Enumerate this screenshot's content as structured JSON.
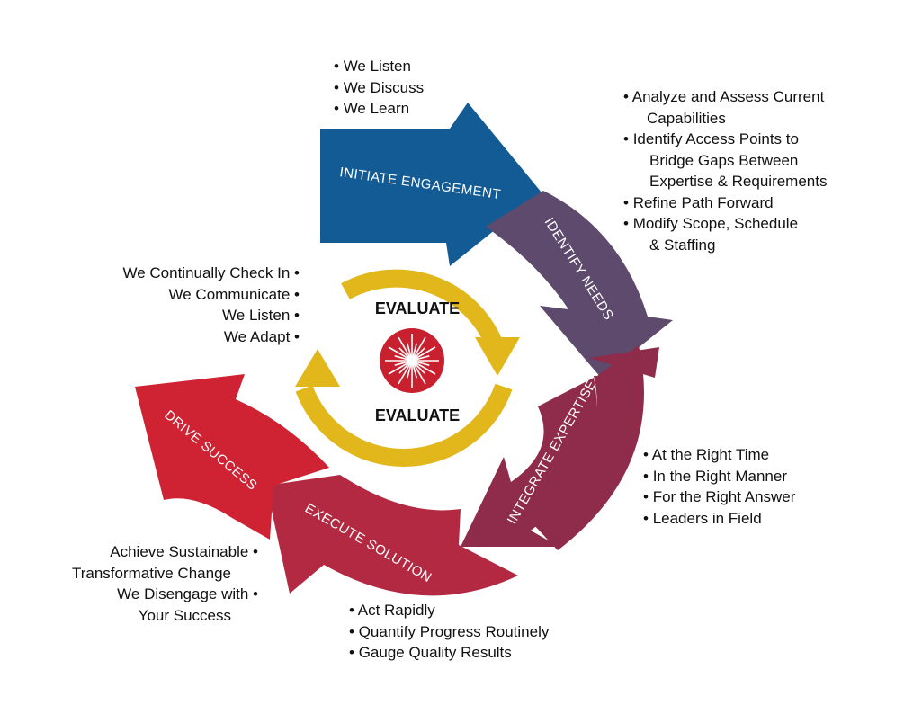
{
  "colors": {
    "initiate": "#135b94",
    "identify": "#5d4a6d",
    "integrate": "#8f2b4b",
    "execute": "#b42942",
    "drive": "#cf2233",
    "evaluate_ring": "#e2b71b",
    "star_bg": "#c8202f"
  },
  "stages": {
    "initiate": "INITIATE ENGAGEMENT",
    "identify": "IDENTIFY NEEDS",
    "integrate": "INTEGRATE EXPERTISE",
    "execute": "EXECUTE SOLUTION",
    "drive": "DRIVE SUCCESS"
  },
  "center": {
    "top_label": "EVALUATE",
    "bottom_label": "EVALUATE",
    "icon": "compass-star-icon"
  },
  "bullets": {
    "initiate": [
      "We Listen",
      "We Discuss",
      "We Learn"
    ],
    "identify": [
      {
        "line": "Analyze and Assess Current",
        "cont": "Capabilities"
      },
      {
        "line": "Identify Access Points to",
        "cont": "Bridge Gaps Between",
        "cont2": "Expertise & Requirements"
      },
      {
        "line": "Refine Path Forward"
      },
      {
        "line": "Modify Scope, Schedule",
        "cont": "& Staffing"
      }
    ],
    "evaluate": [
      "We Continually Check In",
      "We Communicate",
      "We Listen",
      "We Adapt"
    ],
    "integrate": [
      "At the Right Time",
      "In the Right Manner",
      "For the Right Answer",
      "Leaders in Field"
    ],
    "drive": [
      {
        "line": "Achieve Sustainable",
        "cont": "Transformative Change"
      },
      {
        "line": "We Disengage with",
        "cont": "Your Success"
      }
    ],
    "execute": [
      "Act Rapidly",
      "Quantify Progress Routinely",
      "Gauge Quality Results"
    ]
  }
}
